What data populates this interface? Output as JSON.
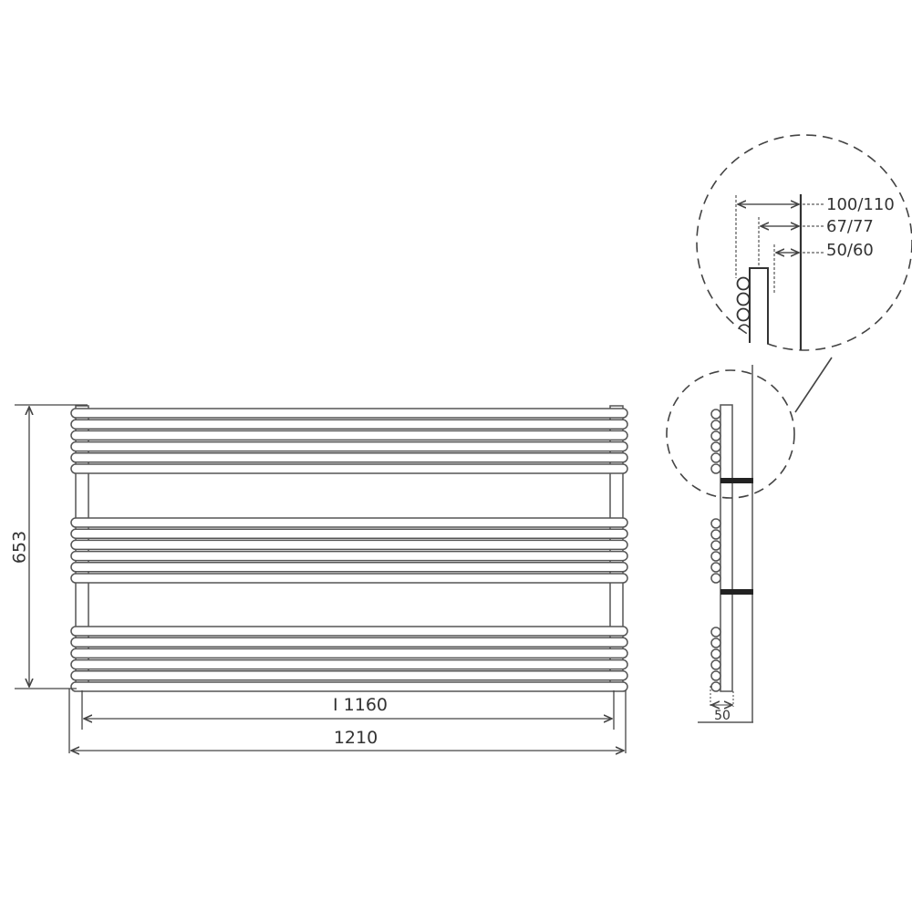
{
  "drawing": {
    "title": "Towel radiator technical drawing",
    "front_view": {
      "height_label": "653",
      "inner_width_label": "I 1160",
      "outer_width_label": "1210",
      "groups": 3,
      "tubes_per_group": 6
    },
    "side_view": {
      "depth_label": "50"
    },
    "detail_view": {
      "wall_distance_labels": [
        "100/110",
        "67/77",
        "50/60"
      ]
    },
    "colors": {
      "line": "#444444",
      "text": "#333333",
      "background": "#ffffff",
      "bracket": "#222222"
    }
  }
}
